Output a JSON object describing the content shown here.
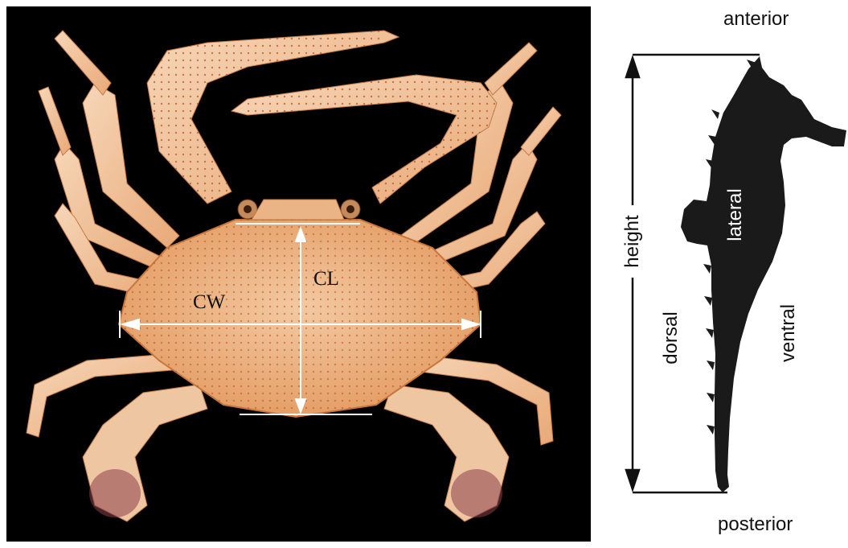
{
  "crab_diagram": {
    "labels": {
      "carapace_width": "CW",
      "carapace_length": "CL"
    },
    "colors": {
      "background": "#000000",
      "shell": "#e8a36a",
      "shell_light": "#f3c9a2",
      "pattern": "#b8501e",
      "measure_line": "#ffffff"
    }
  },
  "seahorse_diagram": {
    "labels": {
      "anterior": "anterior",
      "posterior": "posterior",
      "height": "height",
      "lateral": "lateral",
      "dorsal": "dorsal",
      "ventral": "ventral"
    },
    "colors": {
      "silhouette": "#1a1a1a",
      "text": "#111111",
      "lateral_text": "#ffffff"
    }
  }
}
